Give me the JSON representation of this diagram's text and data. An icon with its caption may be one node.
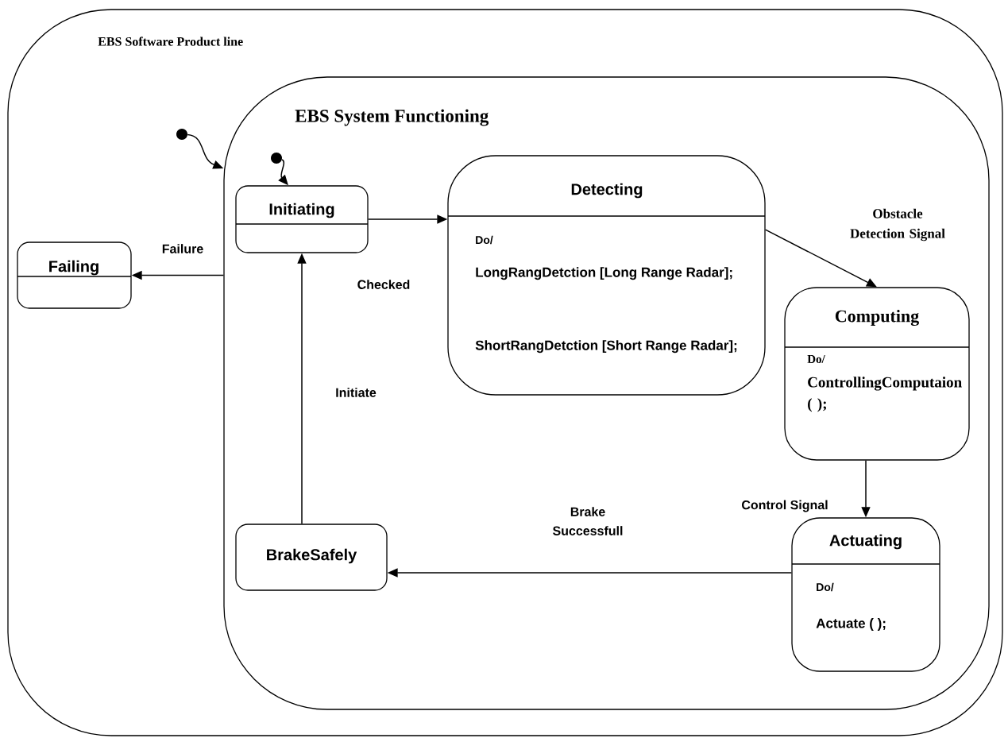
{
  "diagram": {
    "nodes": [
      {
        "text": [
          "EBS Software Product line"
        ]
      },
      {
        "text": [
          "EBS System Functioning"
        ],
        "in": 0
      },
      {
        "text": [],
        "shape": "circle",
        "in": 0
      },
      {
        "text": [
          "Failing"
        ],
        "in": 0
      },
      {
        "text": [],
        "shape": "circle",
        "in": 1
      },
      {
        "text": [
          "Initiating"
        ],
        "in": 1
      },
      {
        "text": [
          "Detecting",
          "Do/",
          "LongRangDetction [Long Range Radar];",
          "ShortRangDetction [Short Range Radar];"
        ],
        "in": 1
      },
      {
        "text": [
          "Computing",
          "Do/",
          "ControllingComputaion ( );"
        ],
        "in": 1
      },
      {
        "text": [
          "Actuating",
          "Do/",
          "Actuate ( );"
        ],
        "in": 1
      },
      {
        "text": [
          "BrakeSafely"
        ],
        "in": 1
      }
    ],
    "edges": [
      {
        "from": 2,
        "to": 1,
        "arrow": "to"
      },
      {
        "from": 4,
        "to": 5,
        "arrow": "to"
      },
      {
        "from": 1,
        "to": 3,
        "arrow": "to",
        "label": "Failure"
      },
      {
        "from": 5,
        "to": 6,
        "arrow": "to",
        "label": "Checked"
      },
      {
        "from": 6,
        "to": 7,
        "arrow": "to",
        "label": "Obstacle Detection Signal"
      },
      {
        "from": 7,
        "to": 8,
        "arrow": "to",
        "label": "Control Signal"
      },
      {
        "from": 8,
        "to": 9,
        "arrow": "to",
        "label": "Brake Successfull"
      },
      {
        "from": 9,
        "to": 5,
        "arrow": "to",
        "label": "Initiate"
      }
    ]
  }
}
